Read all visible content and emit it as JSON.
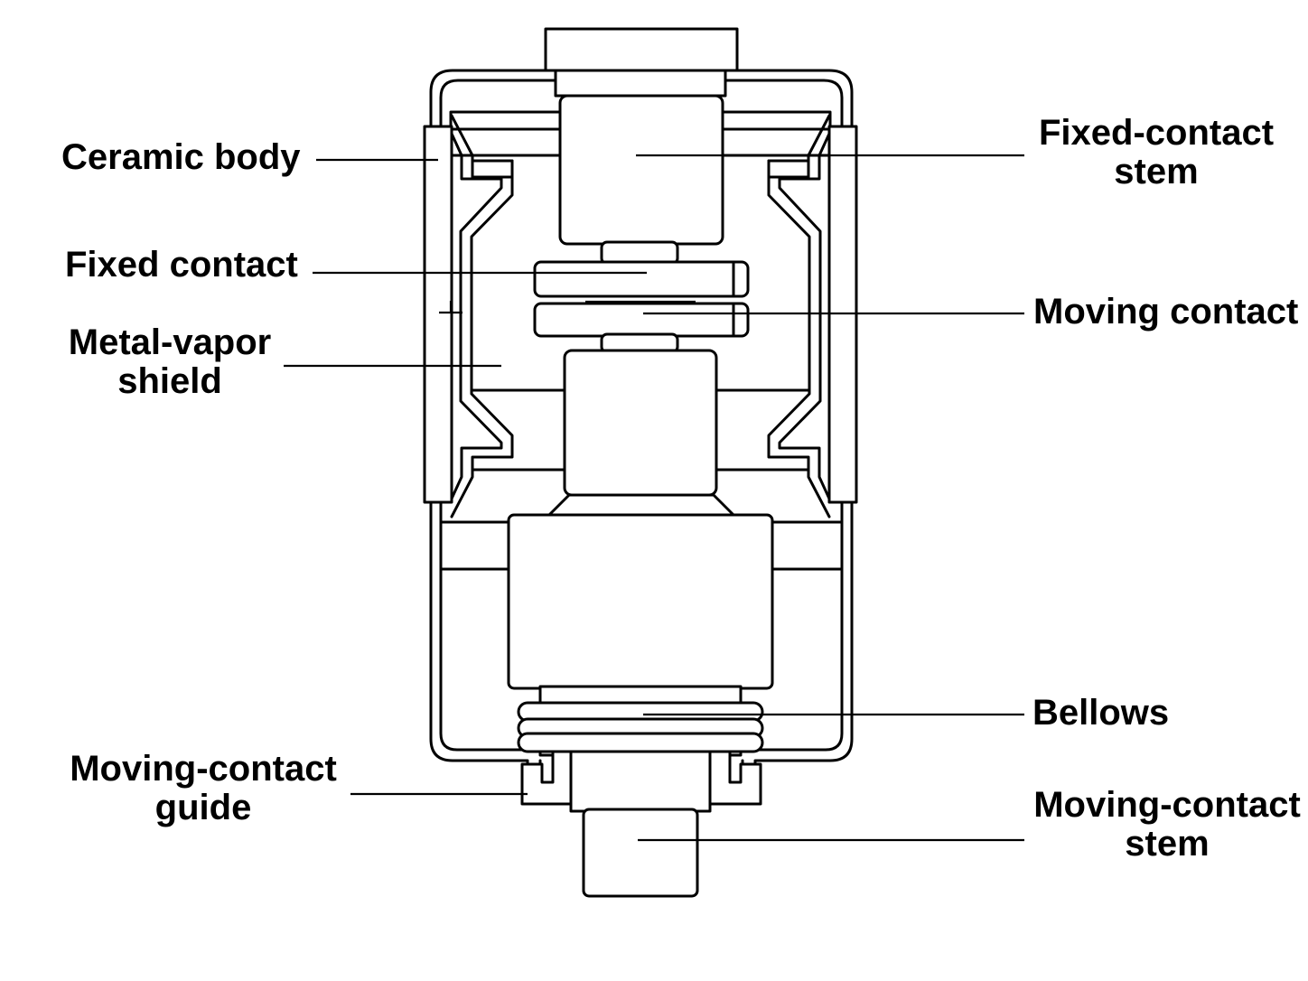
{
  "labels": {
    "ceramic_body": "Ceramic body",
    "fixed_contact": "Fixed contact",
    "metal_vapor_shield": [
      "Metal-vapor",
      "shield"
    ],
    "moving_contact_guide": [
      "Moving-contact",
      "guide"
    ],
    "fixed_contact_stem": [
      "Fixed-contact",
      "stem"
    ],
    "moving_contact": "Moving contact",
    "bellows": "Bellows",
    "moving_contact_stem": [
      "Moving-contact",
      "stem"
    ]
  },
  "colors": {
    "line": "#000000",
    "background": "#ffffff"
  }
}
